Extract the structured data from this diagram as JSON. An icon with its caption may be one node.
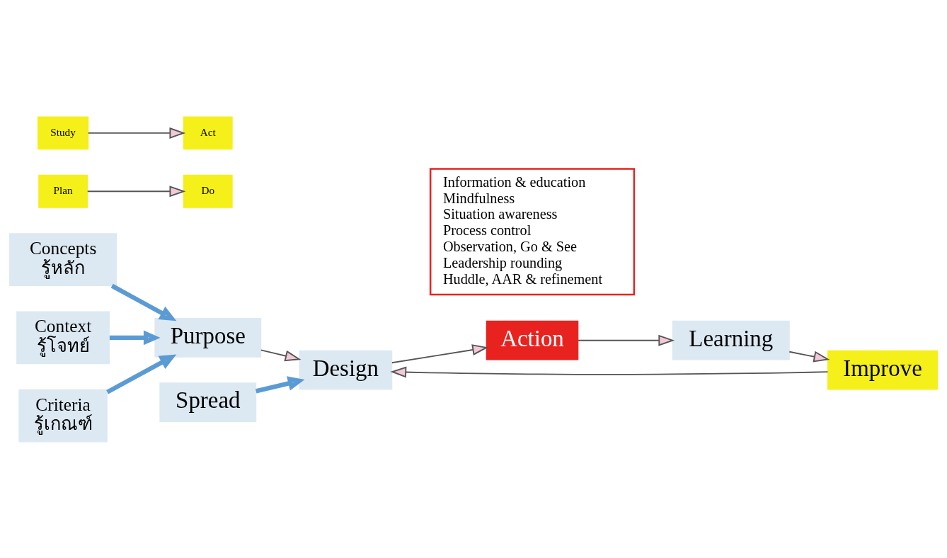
{
  "diagram": {
    "nodes": [
      {
        "text": [
          "Concepts",
          "รู้หลัก"
        ]
      },
      {
        "text": [
          "Context",
          "รู้โจทย์"
        ]
      },
      {
        "text": [
          "Criteria",
          "รู้เกณฑ์"
        ]
      },
      {
        "text": [
          "Purpose"
        ]
      },
      {
        "text": [
          "Design"
        ]
      },
      {
        "text": [
          "Information & education",
          "Mindfulness",
          "Situation awareness",
          "Process control",
          "Observation, Go & See",
          "Leadership rounding",
          "Huddle, AAR & refinement"
        ]
      },
      {
        "text": [
          "Action"
        ]
      },
      {
        "text": [
          "Learning"
        ]
      },
      {
        "text": [
          "Improve"
        ]
      },
      {
        "text": [
          "Plan"
        ]
      },
      {
        "text": [
          "Do"
        ]
      },
      {
        "text": [
          "Study"
        ]
      },
      {
        "text": [
          "Act"
        ]
      },
      {
        "text": [
          "Spread"
        ]
      }
    ],
    "edges": [
      {
        "from": 0,
        "to": 3,
        "arrow": "to",
        "style": "thick",
        "color": "#5b9bd5"
      },
      {
        "from": 1,
        "to": 3,
        "arrow": "to",
        "style": "thick",
        "color": "#5b9bd5"
      },
      {
        "from": 2,
        "to": 3,
        "arrow": "to",
        "style": "thick",
        "color": "#5b9bd5"
      },
      {
        "from": 3,
        "to": 4,
        "arrow": "to"
      },
      {
        "from": 4,
        "to": 6,
        "arrow": "to"
      },
      {
        "from": 6,
        "to": 7,
        "arrow": "to"
      },
      {
        "from": 7,
        "to": 8,
        "arrow": "to"
      },
      {
        "from": 8,
        "to": 4,
        "arrow": "to"
      },
      {
        "from": 9,
        "to": 10,
        "arrow": "to"
      },
      {
        "from": 11,
        "to": 12,
        "arrow": "to"
      },
      {
        "from": 13,
        "to": 4,
        "arrow": "to",
        "style": "thick",
        "color": "#5b9bd5"
      }
    ]
  }
}
